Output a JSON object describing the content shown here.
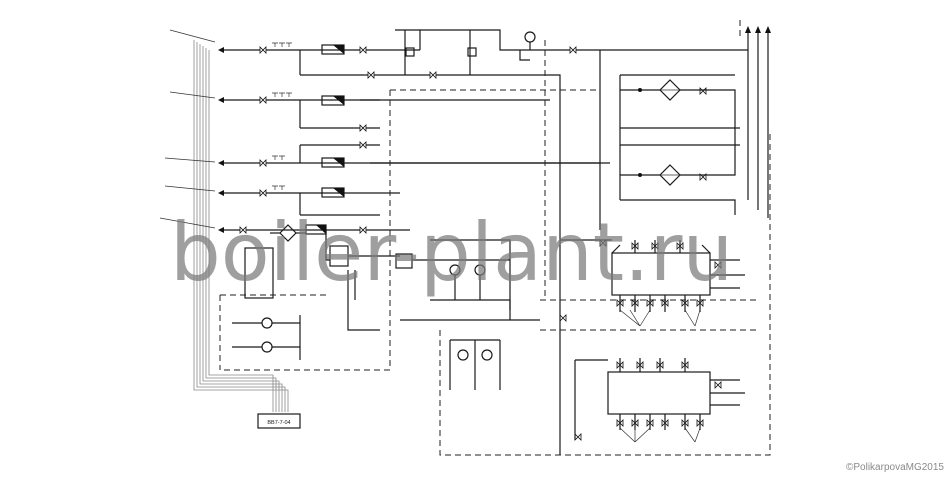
{
  "watermark": "boiler-plant.ru",
  "copyright": "©PolikarpovaMG2015",
  "stamp_label": "ВВ7-7-04"
}
